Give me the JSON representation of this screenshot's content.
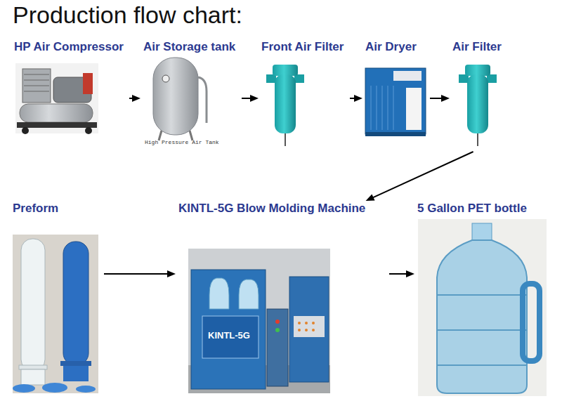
{
  "diagram": {
    "title": "Production flow chart:",
    "nodes": [
      {
        "text": [
          "HP Air Compressor"
        ]
      },
      {
        "text": [
          "Air Storage tank"
        ]
      },
      {
        "text": [
          "Front Air Filter"
        ]
      },
      {
        "text": [
          "Air Dryer"
        ]
      },
      {
        "text": [
          "Air Filter"
        ]
      },
      {
        "text": [
          "Preform"
        ]
      },
      {
        "text": [
          "KINTL-5G Blow Molding Machine"
        ]
      },
      {
        "text": [
          "5 Gallon PET bottle"
        ]
      }
    ],
    "edges": [
      {
        "from": 0,
        "to": 1,
        "arrow": "to"
      },
      {
        "from": 1,
        "to": 2,
        "arrow": "to"
      },
      {
        "from": 2,
        "to": 3,
        "arrow": "to"
      },
      {
        "from": 3,
        "to": 4,
        "arrow": "to"
      },
      {
        "from": 4,
        "to": 6,
        "arrow": "to"
      },
      {
        "from": 5,
        "to": 6,
        "arrow": "to"
      },
      {
        "from": 6,
        "to": 7,
        "arrow": "to"
      }
    ],
    "labels": [
      "High Pressure Air Tank",
      "KINTL-5G"
    ]
  }
}
